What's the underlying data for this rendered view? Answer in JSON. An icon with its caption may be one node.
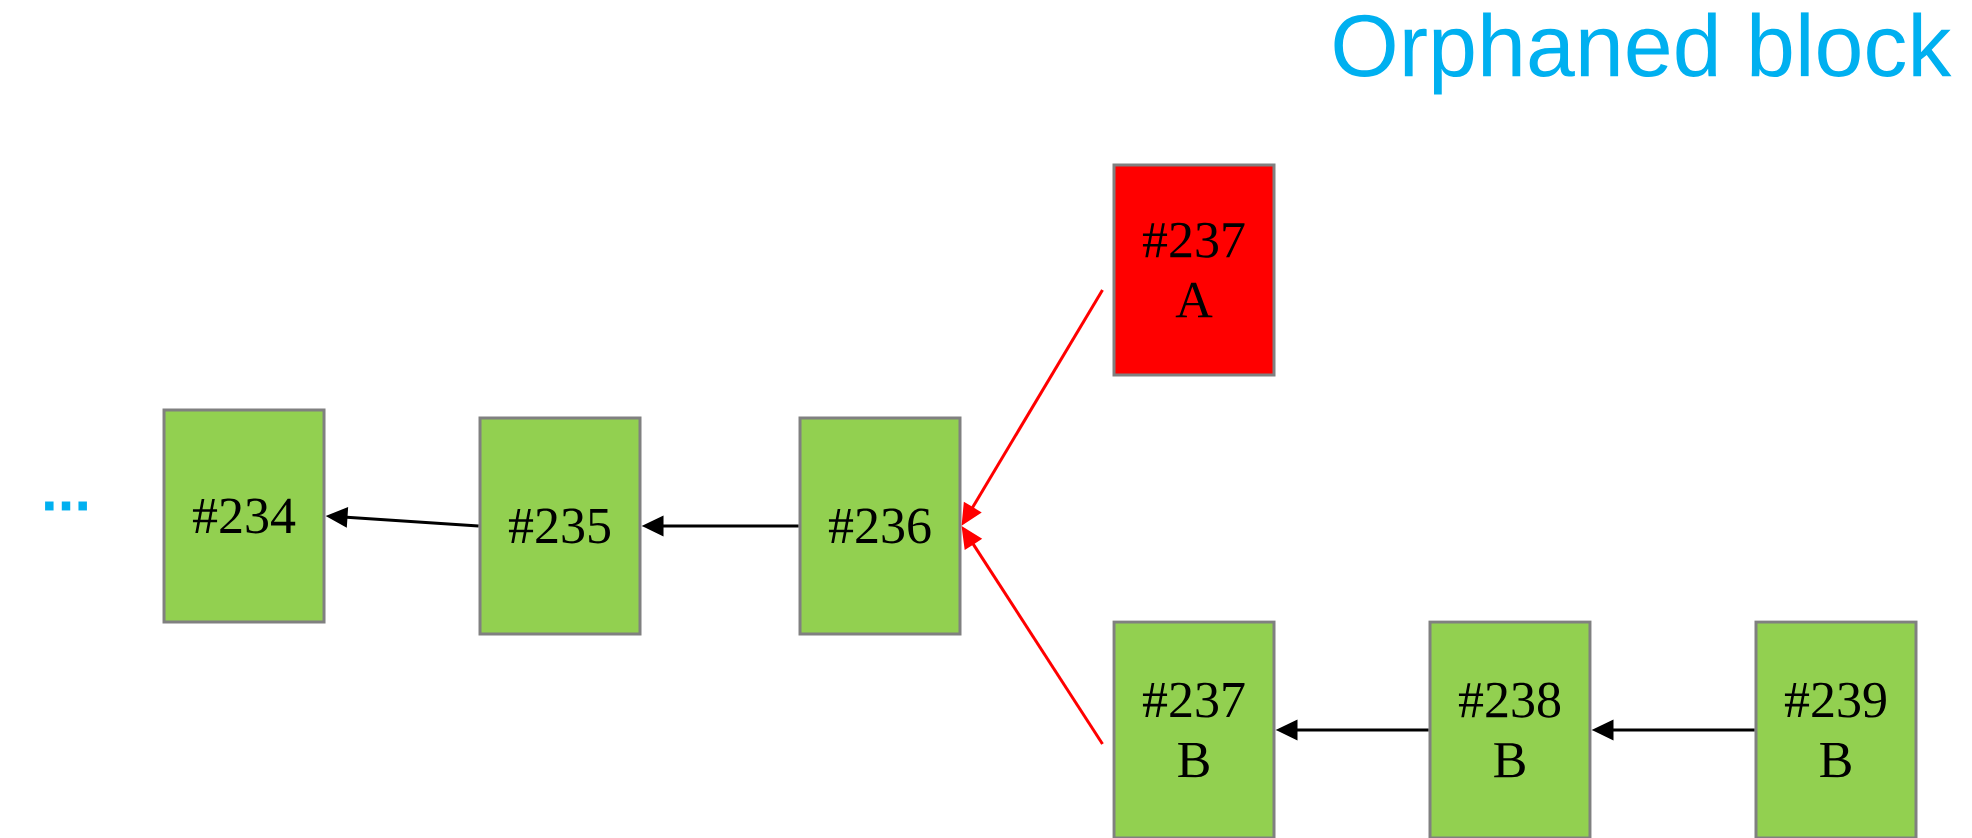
{
  "diagram": {
    "title": "Orphaned block",
    "nodes": [
      {
        "text": [
          "#234"
        ]
      },
      {
        "text": [
          "#235"
        ]
      },
      {
        "text": [
          "#236"
        ]
      },
      {
        "text": [
          "#237 A"
        ]
      },
      {
        "text": [
          "#237 B"
        ]
      },
      {
        "text": [
          "#238 B"
        ]
      },
      {
        "text": [
          "#239 B"
        ]
      }
    ],
    "edges": [
      {
        "from": 1,
        "to": 0,
        "arrow": "to"
      },
      {
        "from": 2,
        "to": 1,
        "arrow": "to"
      },
      {
        "from": 3,
        "to": 2,
        "arrow": "to",
        "color": "#ff0000"
      },
      {
        "from": 4,
        "to": 2,
        "arrow": "to",
        "color": "#ff0000"
      },
      {
        "from": 5,
        "to": 4,
        "arrow": "to"
      },
      {
        "from": 6,
        "to": 5,
        "arrow": "to"
      }
    ],
    "labels": [
      "..."
    ]
  }
}
